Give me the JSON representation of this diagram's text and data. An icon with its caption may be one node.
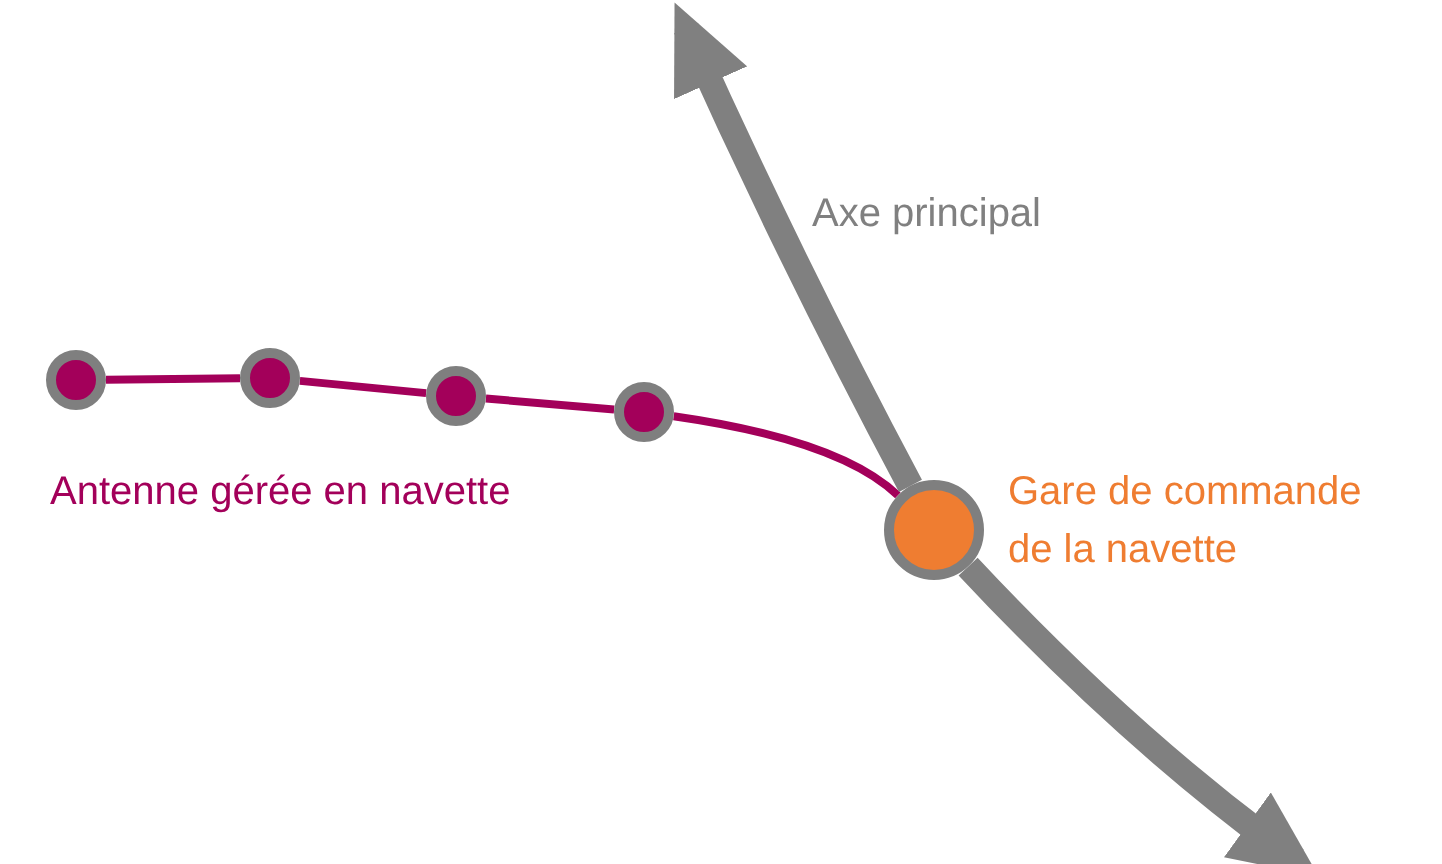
{
  "diagram": {
    "nodes": [
      {
        "text": [],
        "shape": "circle"
      },
      {
        "text": [],
        "shape": "circle"
      },
      {
        "text": [],
        "shape": "circle"
      },
      {
        "text": [],
        "shape": "circle"
      },
      {
        "text": [],
        "shape": "circle",
        "beside": [
          "Gare de commande de la navette"
        ]
      }
    ],
    "edges": [
      {
        "from": 0,
        "to": 1,
        "arrow": "none"
      },
      {
        "from": 1,
        "to": 2,
        "arrow": "none"
      },
      {
        "from": 2,
        "to": 3,
        "arrow": "none"
      },
      {
        "from": 3,
        "to": 4,
        "arrow": "none"
      },
      {
        "from": 4,
        "to": null,
        "arrow": "to",
        "label": "Axe principal",
        "style": "thick",
        "color": "#808080"
      },
      {
        "from": 4,
        "to": null,
        "arrow": "to",
        "style": "thick",
        "color": "#808080"
      }
    ],
    "labels": [
      "Antenne gérée en navette"
    ]
  }
}
